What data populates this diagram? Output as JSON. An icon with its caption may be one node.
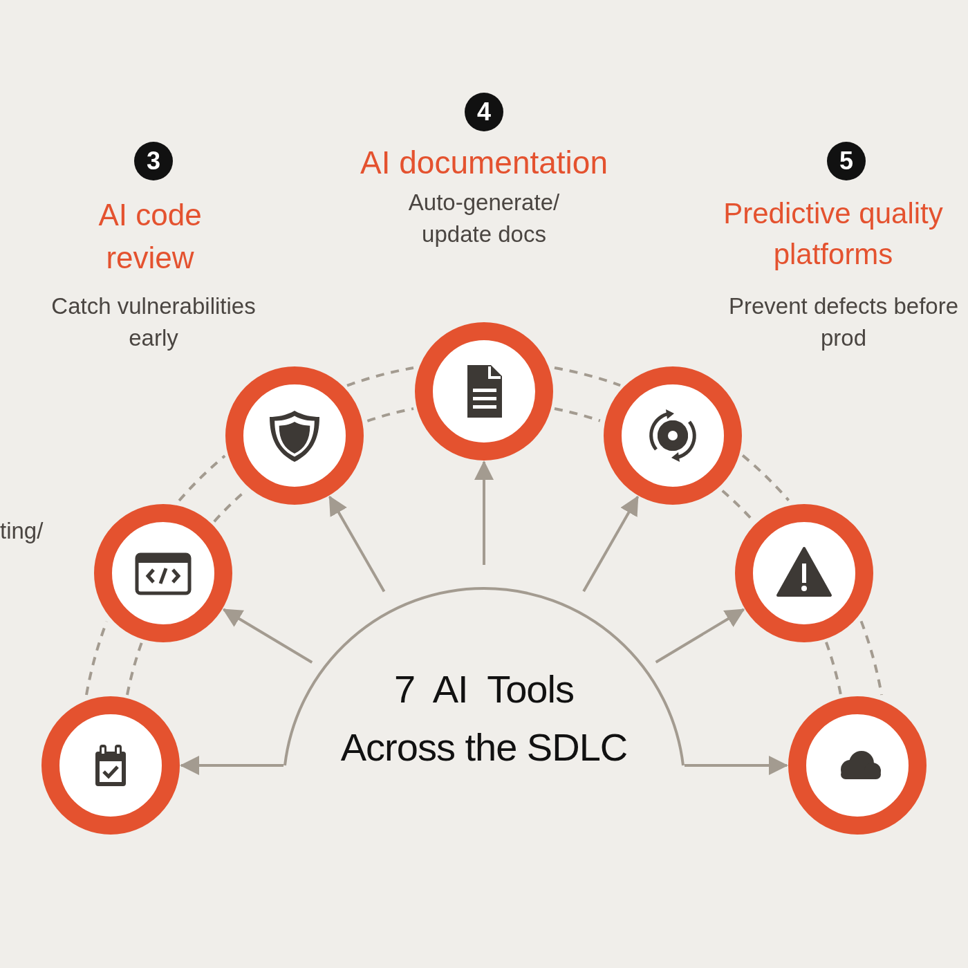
{
  "diagram": {
    "nodes": [
      {
        "text": [
          "4"
        ],
        "beside": [
          "AI documentation",
          "Auto-generate/ update docs"
        ]
      },
      {
        "text": [
          "3"
        ],
        "beside": [
          "AI code review",
          "Catch vulnerabilities early"
        ]
      },
      {
        "text": [
          "5"
        ],
        "beside": [
          "Predictive quality platforms",
          "Prevent defects before prod"
        ]
      },
      {
        "text": [],
        "shape": "circle"
      },
      {
        "text": [],
        "shape": "circle",
        "beside": [
          "ting/"
        ]
      },
      {
        "text": [],
        "shape": "circle"
      },
      {
        "text": [],
        "shape": "circle"
      },
      {
        "text": [],
        "shape": "circle"
      },
      {
        "text": [],
        "shape": "circle"
      },
      {
        "text": [],
        "shape": "circle"
      },
      {
        "text": [
          "7 AI Tools Across the SDLC"
        ]
      }
    ],
    "edges": [
      {
        "from": 10,
        "to": 3,
        "arrow": "to"
      },
      {
        "from": 10,
        "to": 4,
        "arrow": "to"
      },
      {
        "from": 10,
        "to": 5,
        "arrow": "to"
      },
      {
        "from": 10,
        "to": 6,
        "arrow": "to"
      },
      {
        "from": 10,
        "to": 7,
        "arrow": "to"
      },
      {
        "from": 10,
        "to": 8,
        "arrow": "to"
      },
      {
        "from": 10,
        "to": 9,
        "arrow": "to"
      },
      {
        "from": 3,
        "to": 4,
        "arrow": "none",
        "style": "dashed"
      },
      {
        "from": 4,
        "to": 5,
        "arrow": "none",
        "style": "dashed"
      },
      {
        "from": 5,
        "to": 6,
        "arrow": "none",
        "style": "dashed"
      },
      {
        "from": 6,
        "to": 7,
        "arrow": "none",
        "style": "dashed"
      },
      {
        "from": 7,
        "to": 8,
        "arrow": "none",
        "style": "dashed"
      },
      {
        "from": 8,
        "to": 9,
        "arrow": "none",
        "style": "dashed"
      },
      {
        "from": 3,
        "to": 4,
        "arrow": "none",
        "style": "dashed"
      },
      {
        "from": 4,
        "to": 5,
        "arrow": "none",
        "style": "dashed"
      },
      {
        "from": 5,
        "to": 6,
        "arrow": "none",
        "style": "dashed"
      },
      {
        "from": 6,
        "to": 7,
        "arrow": "none",
        "style": "dashed"
      },
      {
        "from": 7,
        "to": 8,
        "arrow": "none",
        "style": "dashed"
      },
      {
        "from": 8,
        "to": 9,
        "arrow": "none",
        "style": "dashed"
      }
    ]
  }
}
